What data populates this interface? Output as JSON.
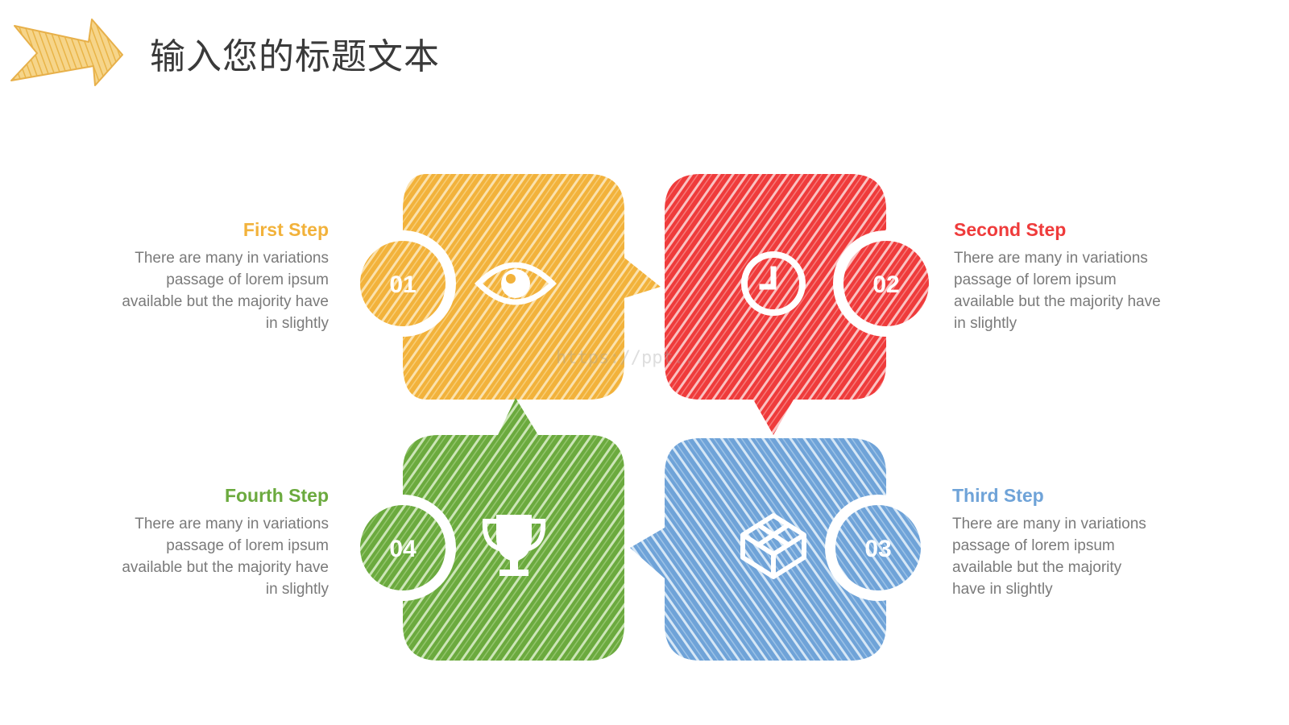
{
  "header": {
    "title": "输入您的标题文本"
  },
  "watermark": "https://ppt...",
  "colors": {
    "yellow": "#F2B23B",
    "red": "#EF3B3B",
    "blue": "#6FA3D8",
    "green": "#6BAA3E",
    "body_text": "#7a7a7a",
    "title_text": "#3a3a3a"
  },
  "steps": [
    {
      "number": "01",
      "title": "First Step",
      "icon": "eye-icon",
      "color": "#F2B23B",
      "body": [
        "There are many  in variations",
        "passage of lorem ipsum",
        "available but the majority have",
        "in slightly"
      ]
    },
    {
      "number": "02",
      "title": "Second Step",
      "icon": "clock-icon",
      "color": "#EF3B3B",
      "body": [
        "There are many  in variations",
        "passage of lorem ipsum",
        "available but the majority have",
        "in slightly"
      ]
    },
    {
      "number": "03",
      "title": "Third Step",
      "icon": "cube-icon",
      "color": "#6FA3D8",
      "body": [
        "There are many  in variations",
        "passage of lorem ipsum",
        "available but the majority",
        "have in slightly"
      ]
    },
    {
      "number": "04",
      "title": "Fourth Step",
      "icon": "trophy-icon",
      "color": "#6BAA3E",
      "body": [
        "There are many  in variations",
        "passage of lorem ipsum",
        "available but the majority have",
        "in slightly"
      ]
    }
  ]
}
